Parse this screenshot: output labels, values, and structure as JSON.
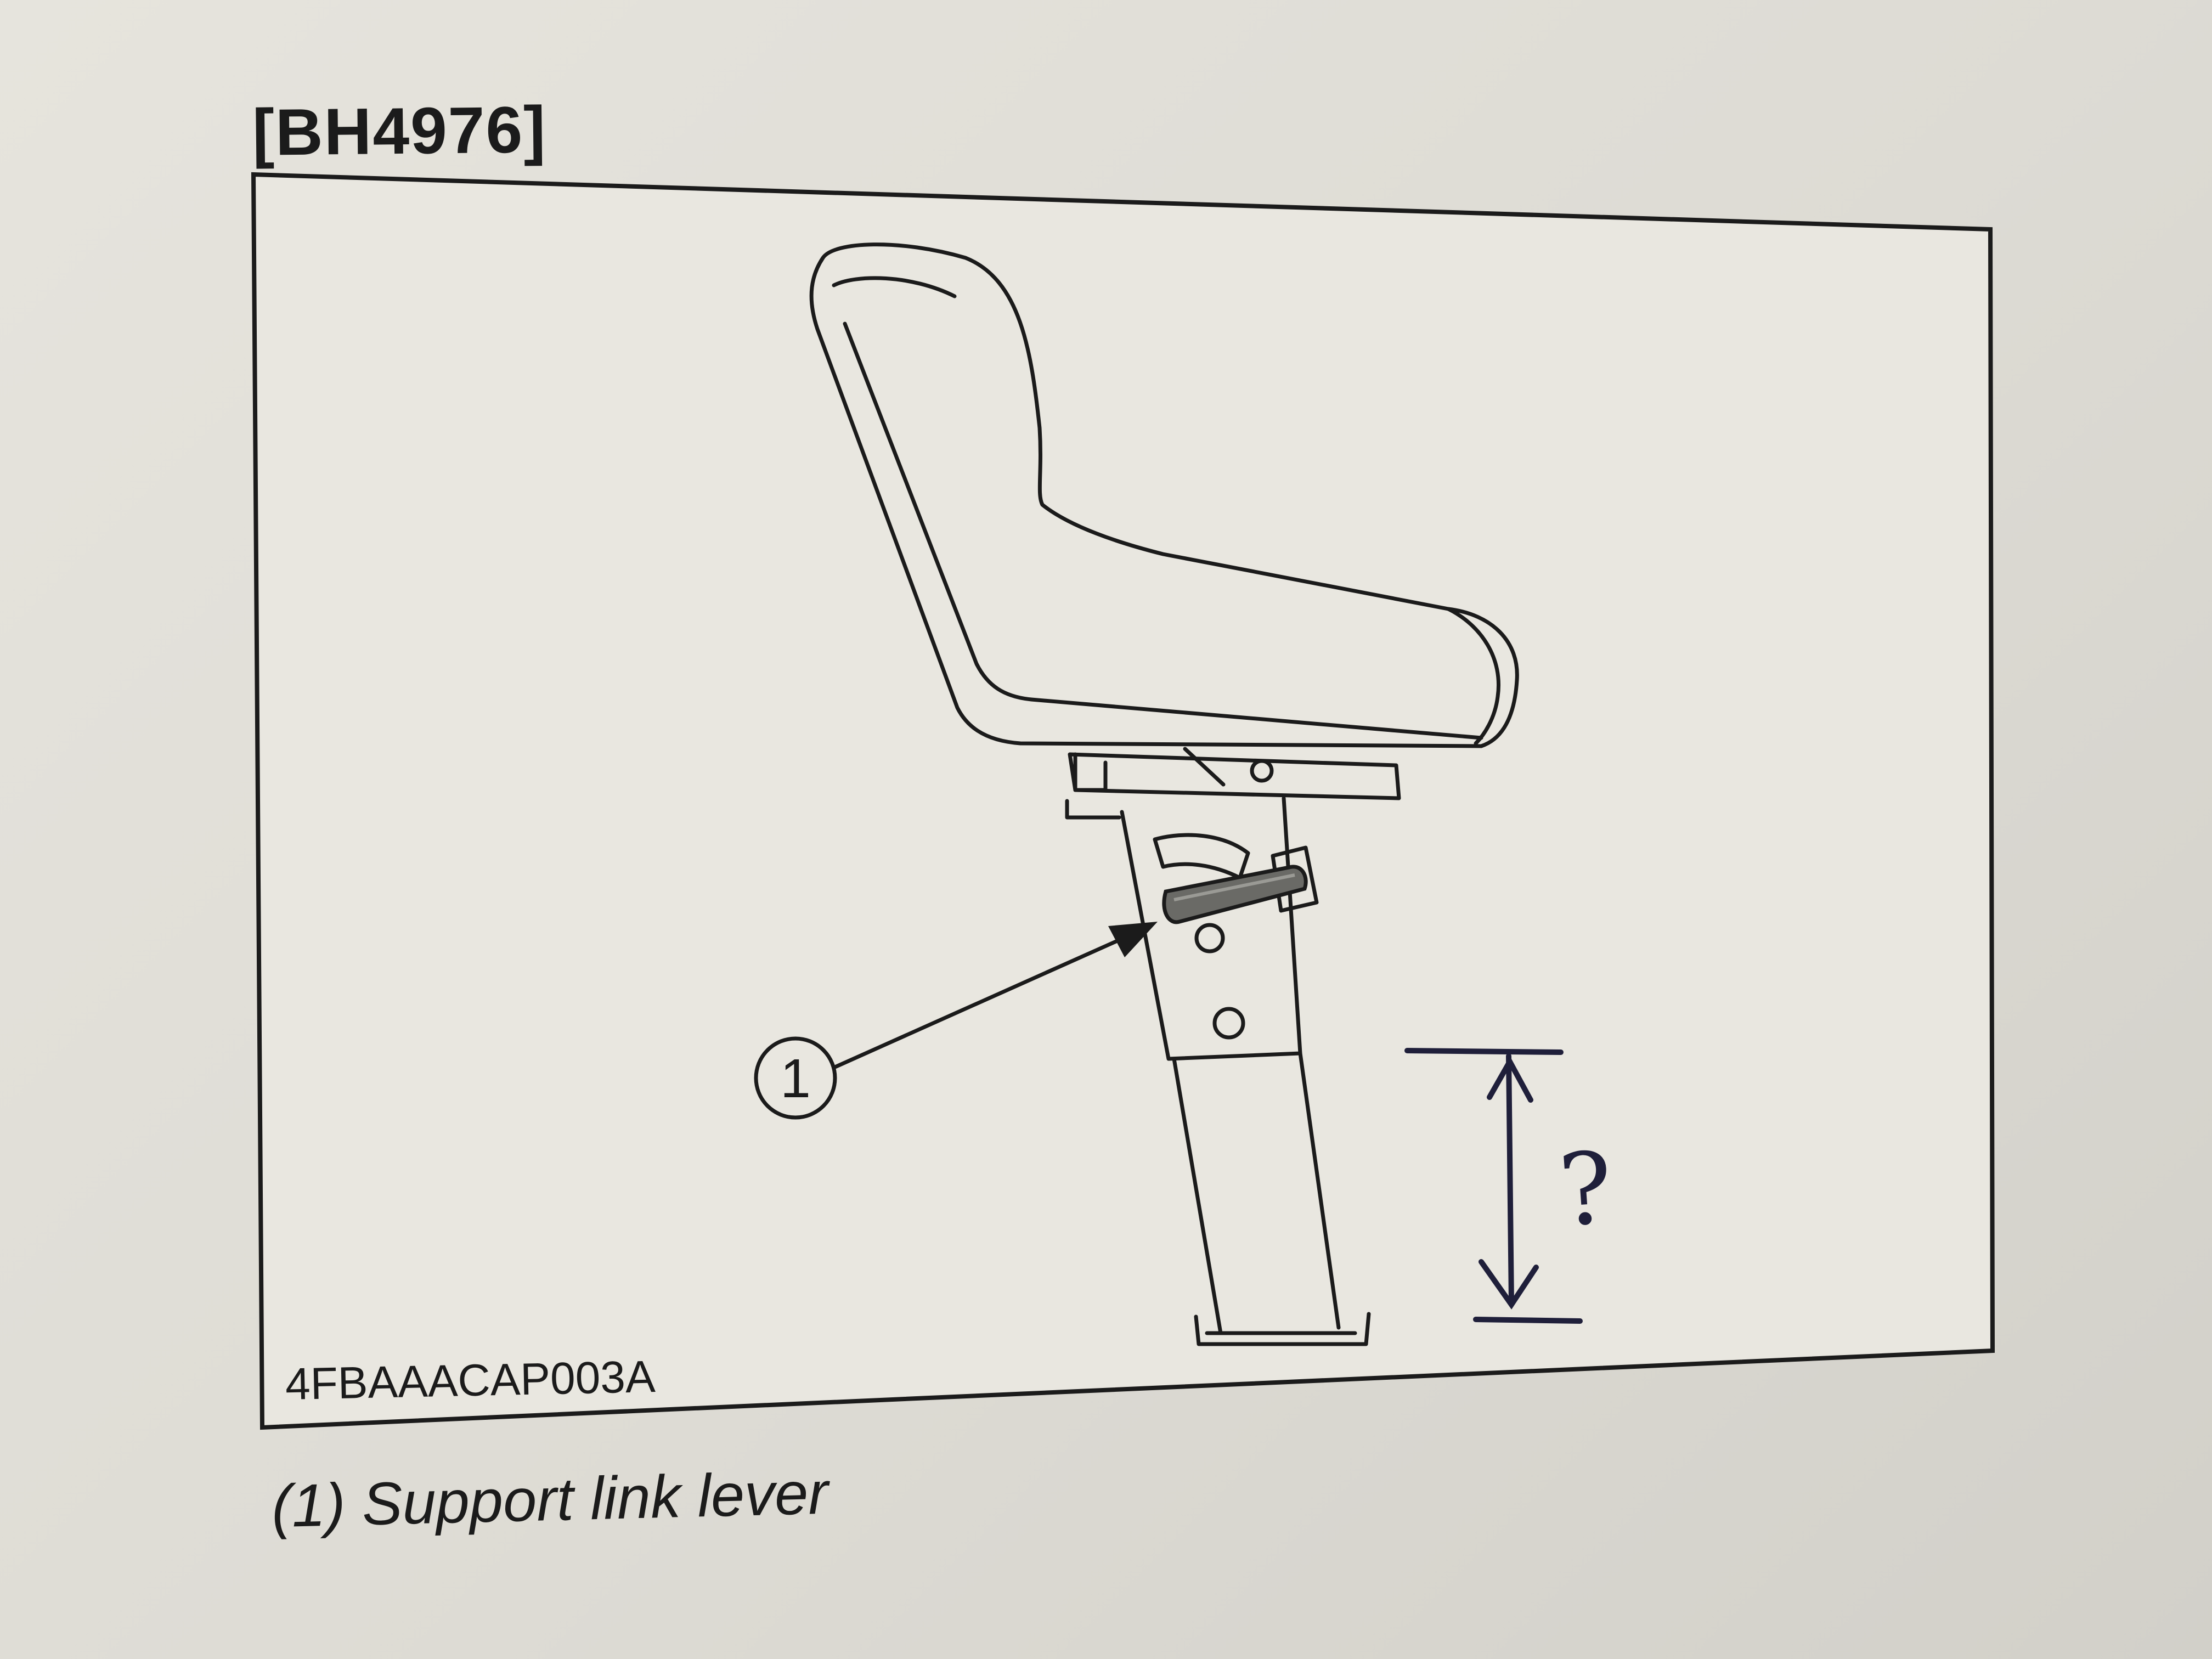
{
  "figure": {
    "id": "[BH4976]",
    "image_code": "4FBAAACAP003A",
    "callout_number": "1",
    "handwritten_mark": "?"
  },
  "caption": "(1) Support link lever",
  "colors": {
    "paper": "#e3e1da",
    "ink": "#1b1b1b",
    "pen": "#1f1f3a"
  }
}
